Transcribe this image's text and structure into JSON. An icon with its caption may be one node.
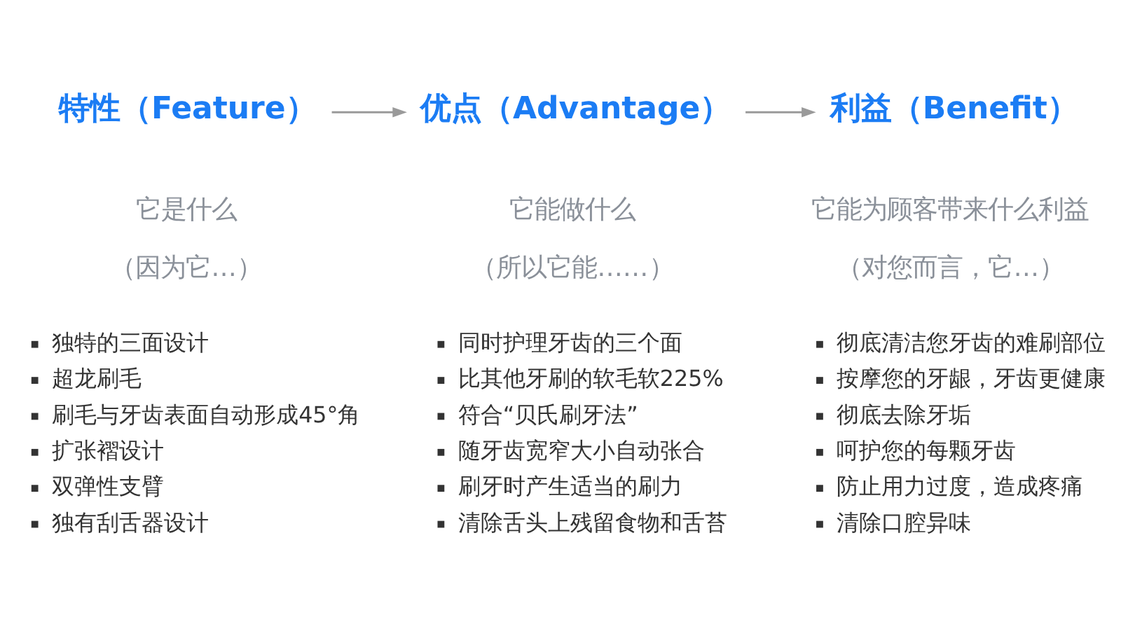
{
  "diagram": {
    "nodes": [
      {
        "text": [
          "特性（Feature）"
        ],
        "beside": [
          "它是什么",
          "（因为它…）",
          "独特的三面设计",
          "超龙刷毛",
          "刷毛与牙齿表面自动形成45°角",
          "扩张褶设计",
          "双弹性支臂",
          "独有刮舌器设计"
        ]
      },
      {
        "text": [
          "优点（Advantage）"
        ],
        "beside": [
          "它能做什么",
          "（所以它能……）",
          "同时护理牙齿的三个面",
          "比其他牙刷的软毛软225%",
          "符合“贝氏刷牙法”",
          "随牙齿宽窄大小自动张合",
          "刷牙时产生适当的刷力",
          "清除舌头上残留食物和舌苔"
        ]
      },
      {
        "text": [
          "利益（Benefit）"
        ],
        "beside": [
          "它能为顾客带来什么利益",
          "（对您而言，它…）",
          "彻底清洁您牙齿的难刷部位",
          "按摩您的牙龈，牙齿更健康",
          "彻底去除牙垢",
          "呵护您的每颗牙齿",
          "防止用力过度，造成疼痛",
          "清除口腔异味"
        ]
      }
    ],
    "edges": [
      {
        "from": 0,
        "to": 1,
        "arrow": "to"
      },
      {
        "from": 1,
        "to": 2,
        "arrow": "to"
      }
    ]
  }
}
